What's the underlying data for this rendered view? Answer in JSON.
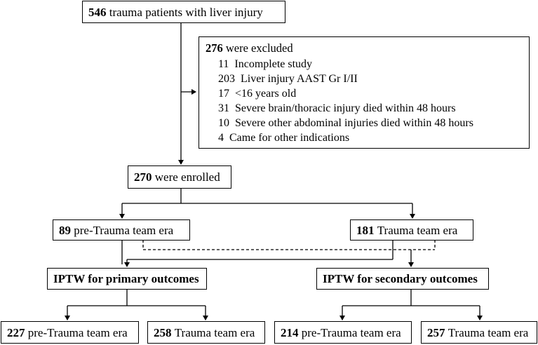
{
  "total": {
    "count": "546",
    "label": "trauma patients with liver injury"
  },
  "excluded": {
    "count": "276",
    "label": "were excluded",
    "items": [
      {
        "n": "11",
        "text": "Incomplete study"
      },
      {
        "n": "203",
        "text": "Liver injury AAST Gr I/II"
      },
      {
        "n": "17",
        "text": "<16 years old"
      },
      {
        "n": "31",
        "text": "Severe brain/thoracic injury died within 48 hours"
      },
      {
        "n": "10",
        "text": "Severe other abdominal injuries died within 48 hours"
      },
      {
        "n": "4",
        "text": "Came for other indications"
      }
    ]
  },
  "enrolled": {
    "count": "270",
    "label": "were enrolled"
  },
  "pre_era": {
    "count": "89",
    "label": "pre-Trauma team era"
  },
  "team_era": {
    "count": "181",
    "label": "Trauma team era"
  },
  "iptw_primary": {
    "label": "IPTW for primary outcomes"
  },
  "iptw_secondary": {
    "label": "IPTW for secondary outcomes"
  },
  "primary_pre": {
    "count": "227",
    "label": "pre-Trauma team era"
  },
  "primary_team": {
    "count": "258",
    "label": "Trauma team era"
  },
  "secondary_pre": {
    "count": "214",
    "label": "pre-Trauma team era"
  },
  "secondary_team": {
    "count": "257",
    "label": "Trauma team era"
  }
}
